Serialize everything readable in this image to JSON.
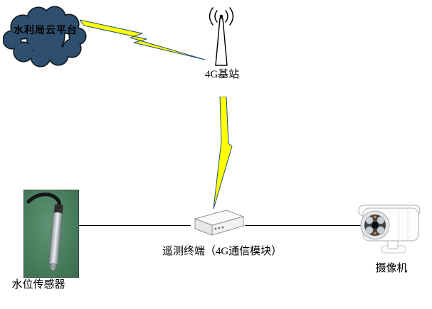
{
  "nodes": {
    "cloud": {
      "label": "水利局云平台",
      "type": "cloud"
    },
    "base_station": {
      "label": "4G基站",
      "type": "antenna-tower"
    },
    "terminal": {
      "label": "遥测终端（4G通信模块）",
      "type": "telemetry-box"
    },
    "sensor": {
      "label": "水位传感器",
      "type": "photo"
    },
    "camera": {
      "label": "摄像机",
      "type": "cctv-camera"
    }
  },
  "edges": [
    {
      "from": "cloud",
      "to": "base_station",
      "style": "lightning"
    },
    {
      "from": "base_station",
      "to": "terminal",
      "style": "lightning"
    },
    {
      "from": "sensor",
      "to": "terminal",
      "style": "solid-line"
    },
    {
      "from": "terminal",
      "to": "camera",
      "style": "solid-line"
    }
  ],
  "colors": {
    "background": "#ffffff",
    "cloud_fill": "#2f4f6e",
    "cloud_outline": "#101820",
    "lightning_fill": "#ffff00",
    "lightning_outline": "#1f4e79",
    "line": "#000000",
    "sensor_photo_green": "#4d8464",
    "label_text": "#000000"
  }
}
